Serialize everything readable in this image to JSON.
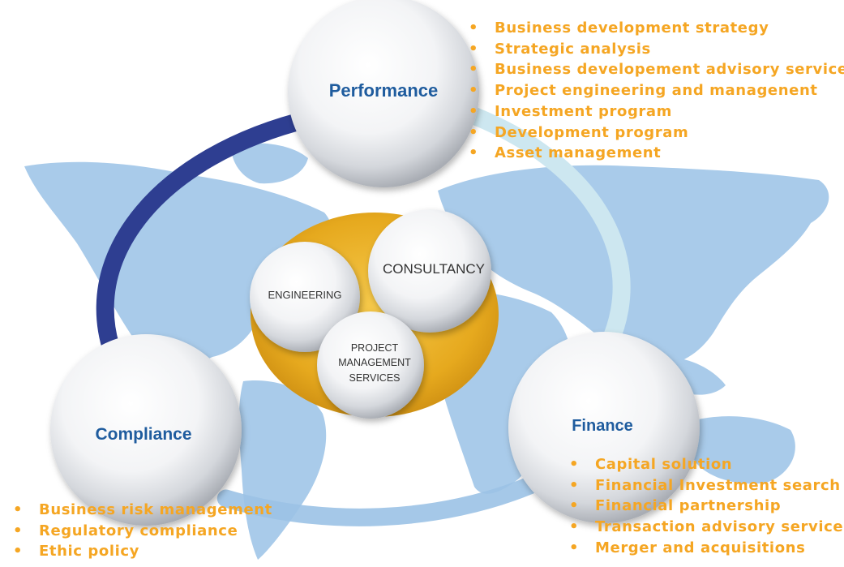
{
  "colors": {
    "accent_orange": "#F5A623",
    "title_blue": "#1F5C9E",
    "map_blue": "#A9CBEA",
    "ring_dark": "#2E3E91",
    "ring_light": "#CDE7F0",
    "hub_gold": "#E6A91E"
  },
  "performance": {
    "title": "Performance",
    "items": [
      "Business development strategy",
      "Strategic analysis",
      "Business developement advisory service",
      "Project engineering and managenent",
      "Investment program",
      "Development program",
      "Asset management"
    ]
  },
  "finance": {
    "title": "Finance",
    "items": [
      "Capital solution",
      "Financial Investment search",
      "Financial partnership",
      "Transaction advisory service",
      "Merger and acquisitions"
    ]
  },
  "compliance": {
    "title": "Compliance",
    "items": [
      "Business risk management",
      "Regulatory compliance",
      "Ethic policy"
    ]
  },
  "center": {
    "engineering": "ENGINEERING",
    "consultancy": "CONSULTANCY",
    "pms_line1": "PROJECT",
    "pms_line2": "MANAGEMENT",
    "pms_line3": "SERVICES"
  }
}
